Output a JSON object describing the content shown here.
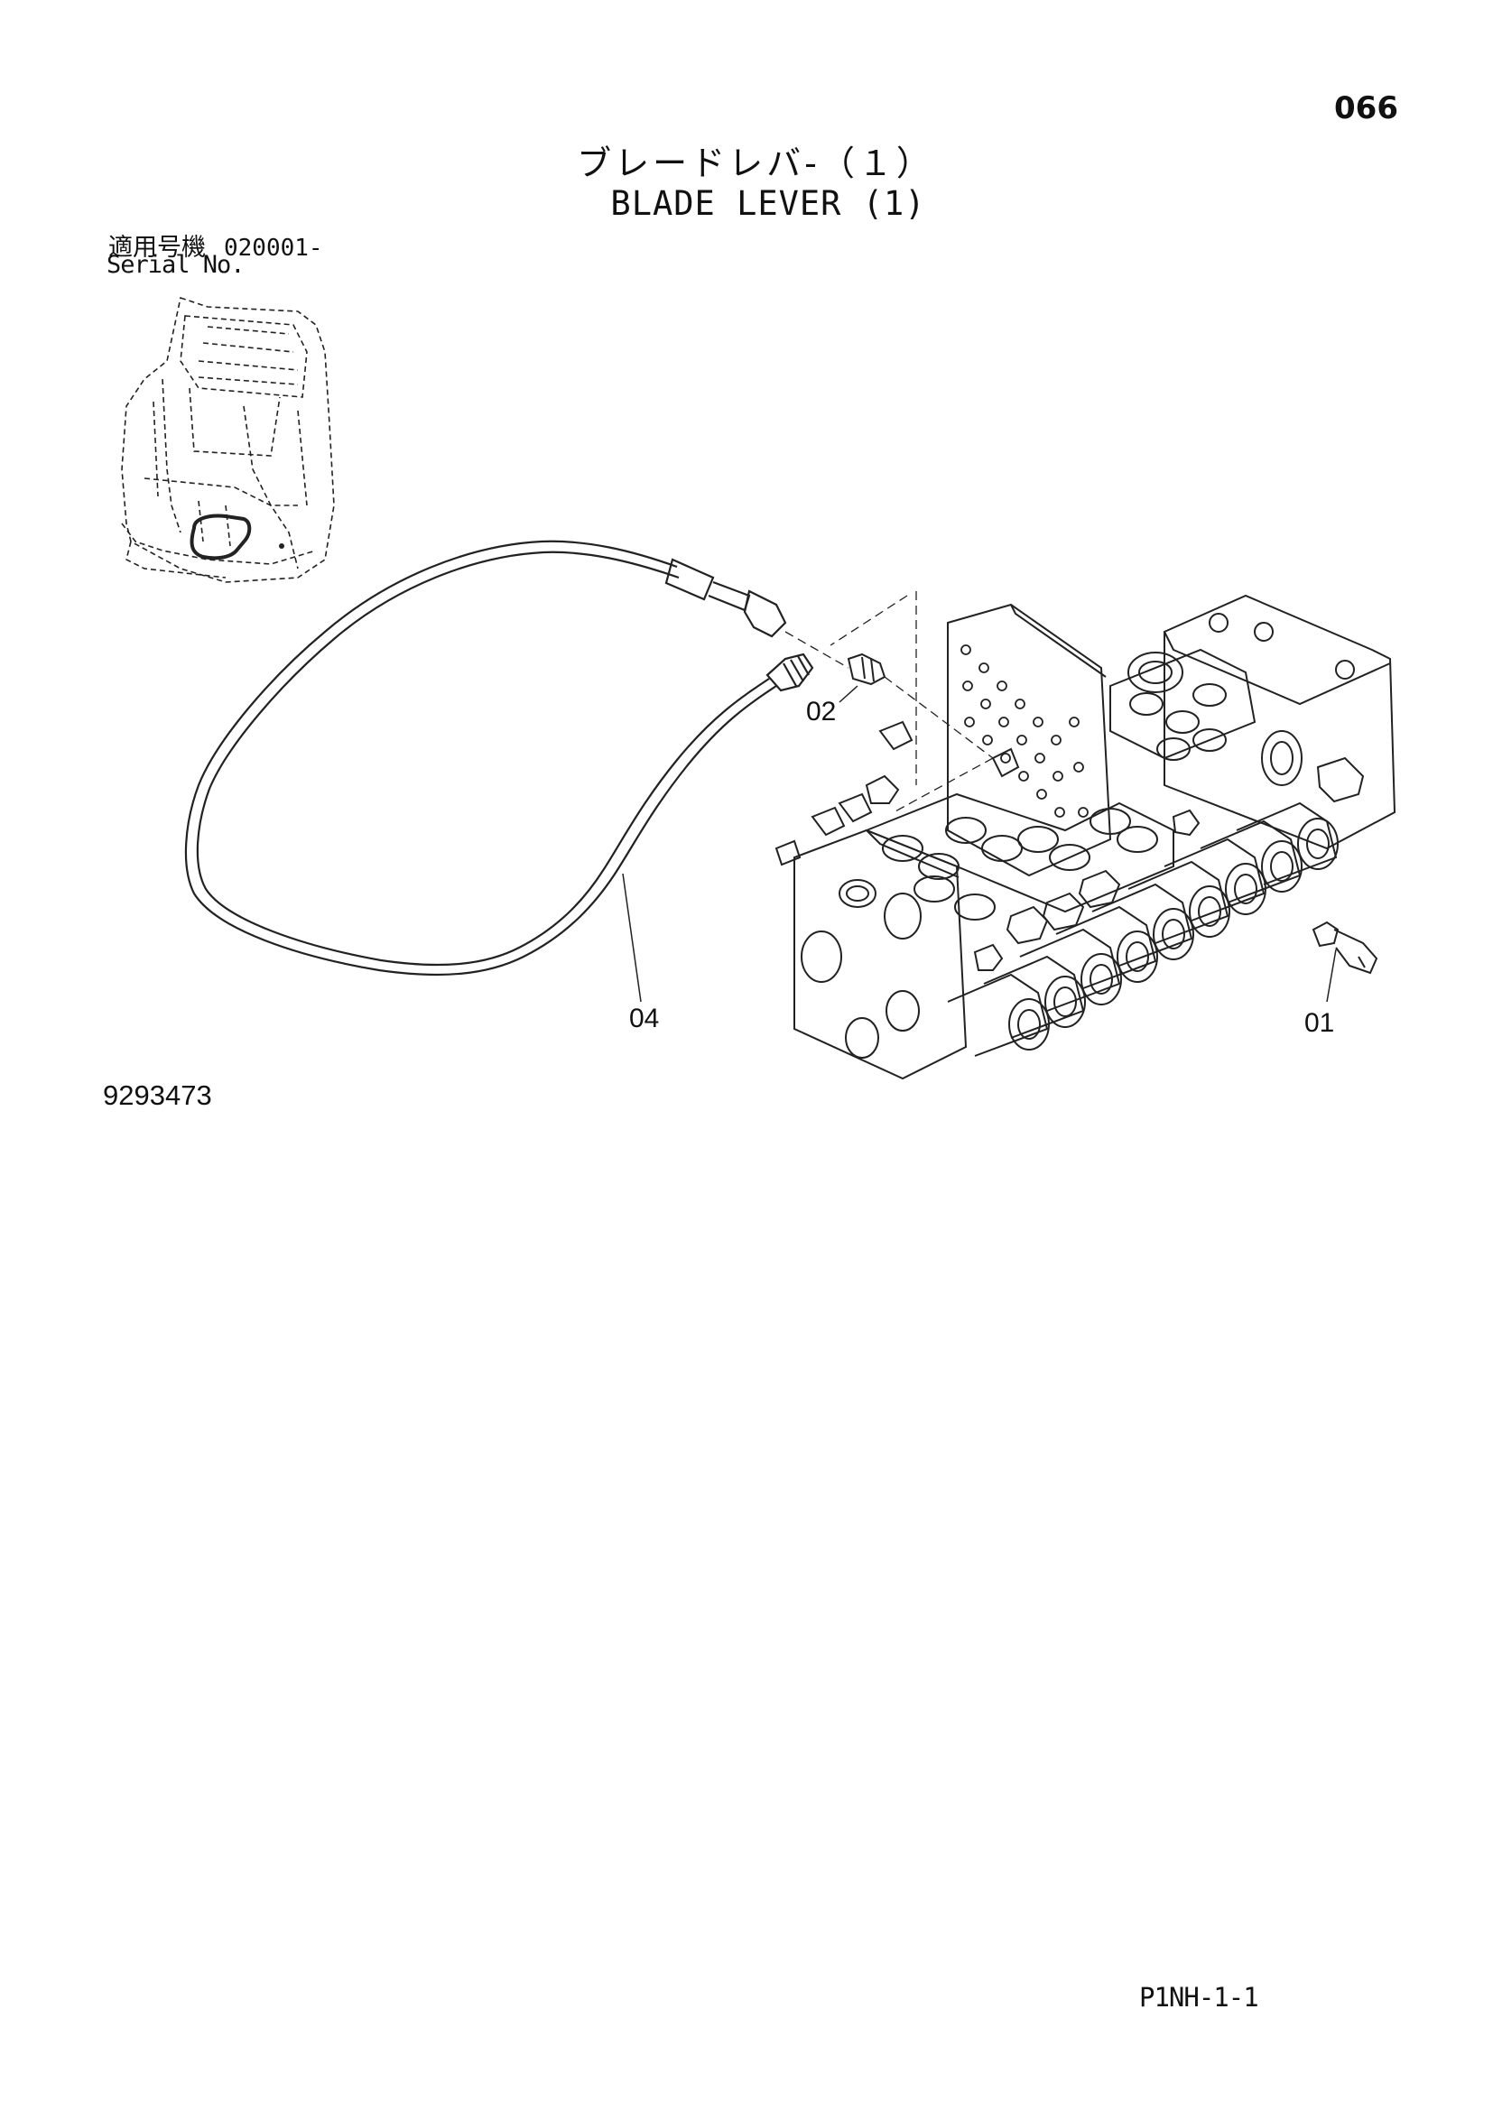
{
  "page_number": "066",
  "title_jp": "ブレードレバ-（１）",
  "title_en": "BLADE LEVER (1)",
  "serial": {
    "label_jp": "適用号機",
    "number": "020001-",
    "label_en": "Serial No."
  },
  "callouts": {
    "part_01": "01",
    "part_02": "02",
    "part_04": "04"
  },
  "drawing_number": "9293473",
  "sheet_code": "P1NH-1-1"
}
